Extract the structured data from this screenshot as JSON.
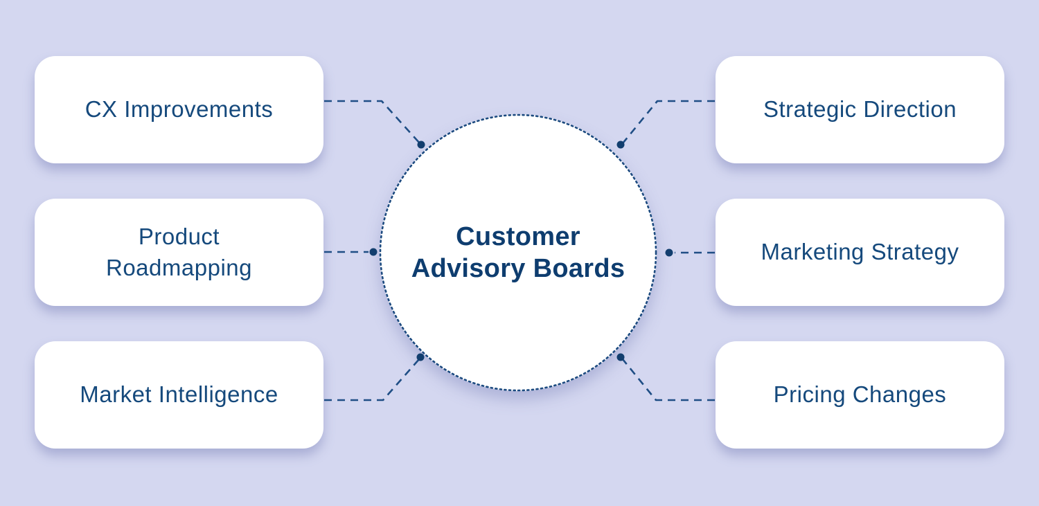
{
  "diagram": {
    "title": "Customer Advisory Boards",
    "center": {
      "label": "Customer\nAdvisory Boards"
    },
    "left_items": [
      {
        "label": "CX Improvements"
      },
      {
        "label": "Product\nRoadmapping"
      },
      {
        "label": "Market Intelligence"
      }
    ],
    "right_items": [
      {
        "label": "Strategic Direction"
      },
      {
        "label": "Marketing Strategy"
      },
      {
        "label": "Pricing Changes"
      }
    ],
    "colors": {
      "background": "#d4d7f0",
      "card_background": "#ffffff",
      "card_text": "#15497c",
      "center_text": "#0e3d6f",
      "connector": "#1f4e85",
      "connector_dot": "#123e6e",
      "hub_ring": "#1d4b80"
    }
  }
}
